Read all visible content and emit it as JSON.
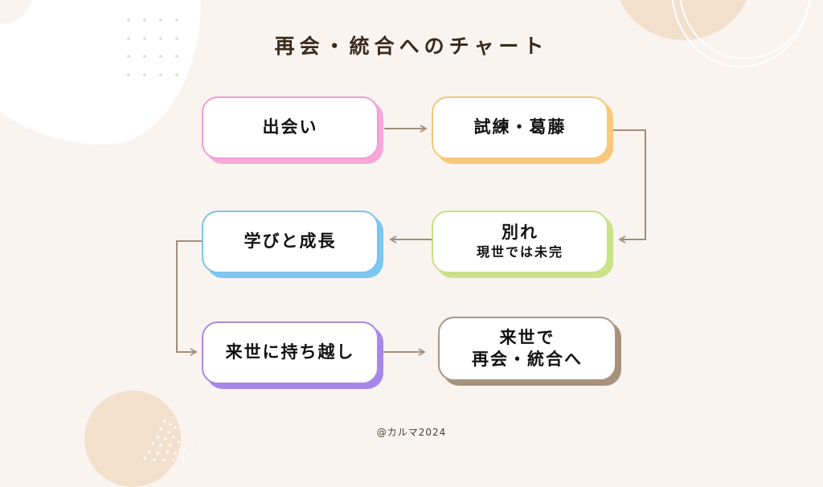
{
  "title": "再会・統合へのチャート",
  "nodes": {
    "meet": {
      "main": "出会い",
      "border_color": "#f09bd6",
      "shadow_color": "#f7a8d8"
    },
    "trial": {
      "main": "試練・葛藤",
      "border_color": "#f5c77a",
      "shadow_color": "#f8c97c"
    },
    "parting": {
      "main": "別れ",
      "sub": "現世では未完",
      "border_color": "#c7e08a",
      "shadow_color": "#c9e386"
    },
    "learning": {
      "main": "学びと成長",
      "border_color": "#7cc3ea",
      "shadow_color": "#7ac8f1"
    },
    "carry": {
      "main": "来世に持ち越し",
      "border_color": "#a98ae6",
      "shadow_color": "#a786eb"
    },
    "reunion": {
      "line1": "来世で",
      "line2": "再会・統合へ",
      "border_color": "#a89584",
      "shadow_color": "#a8927c"
    }
  },
  "flow": [
    {
      "from": "出会い",
      "to": "試練・葛藤"
    },
    {
      "from": "試練・葛藤",
      "to": "別れ"
    },
    {
      "from": "別れ",
      "to": "学びと成長"
    },
    {
      "from": "学びと成長",
      "to": "来世に持ち越し"
    },
    {
      "from": "来世に持ち越し",
      "to": "来世で再会・統合へ"
    }
  ],
  "colors": {
    "background": "#f9f4ef",
    "title": "#3a2a1c",
    "connector": "#a38d7a"
  },
  "footer": "@カルマ2024"
}
